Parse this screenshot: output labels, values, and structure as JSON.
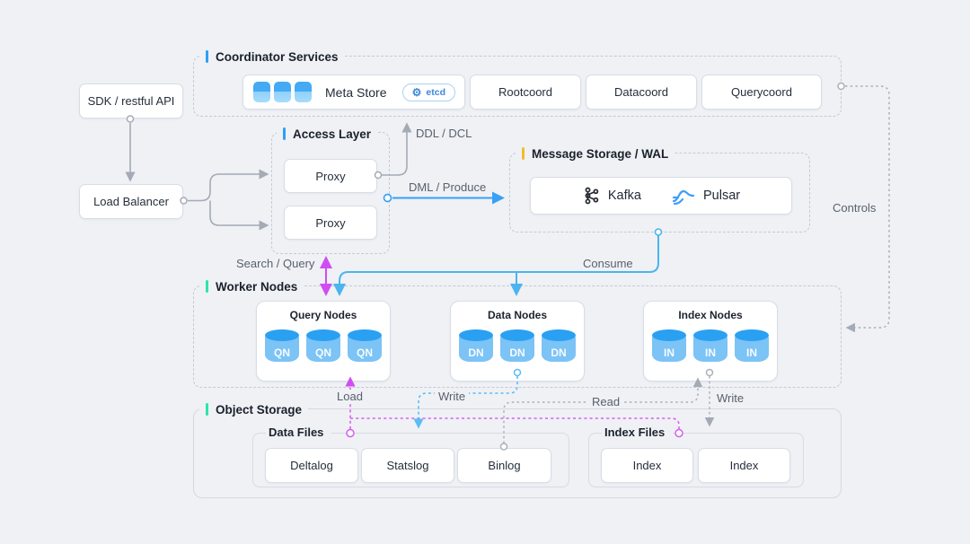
{
  "colors": {
    "background": "#eff1f5",
    "accent_blue": "#2f9ff5",
    "accent_yellow": "#f4bb2e",
    "accent_green": "#2ee5a9",
    "edge_gray": "#a4abb6",
    "edge_blue": "#3aa0f6",
    "edge_cyan": "#4cb4ee",
    "edge_magenta": "#cf4df2",
    "cylinder_top": "#2aa0f2",
    "cylinder_body": "#7cc3f6"
  },
  "nodes": {
    "sdk": "SDK / restful API",
    "load_balancer": "Load Balancer"
  },
  "coordinator": {
    "label": "Coordinator Services",
    "meta_store": {
      "label": "Meta Store",
      "badge": "etcd"
    },
    "services": [
      "Rootcoord",
      "Datacoord",
      "Querycoord"
    ]
  },
  "access_layer": {
    "label": "Access Layer",
    "proxies": [
      "Proxy",
      "Proxy"
    ]
  },
  "message_storage": {
    "label": "Message Storage / WAL",
    "brokers": [
      "Kafka",
      "Pulsar"
    ]
  },
  "worker_nodes": {
    "label": "Worker Nodes",
    "groups": [
      {
        "title": "Query Nodes",
        "node": "QN"
      },
      {
        "title": "Data Nodes",
        "node": "DN"
      },
      {
        "title": "Index Nodes",
        "node": "IN"
      }
    ]
  },
  "object_storage": {
    "label": "Object Storage",
    "data_files": {
      "title": "Data Files",
      "files": [
        "Deltalog",
        "Statslog",
        "Binlog"
      ]
    },
    "index_files": {
      "title": "Index Files",
      "files": [
        "Index",
        "Index"
      ]
    }
  },
  "edges": {
    "ddl": "DDL / DCL",
    "dml": "DML / Produce",
    "search": "Search / Query",
    "consume": "Consume",
    "controls": "Controls",
    "load": "Load",
    "write_data": "Write",
    "read": "Read",
    "write_index": "Write"
  }
}
